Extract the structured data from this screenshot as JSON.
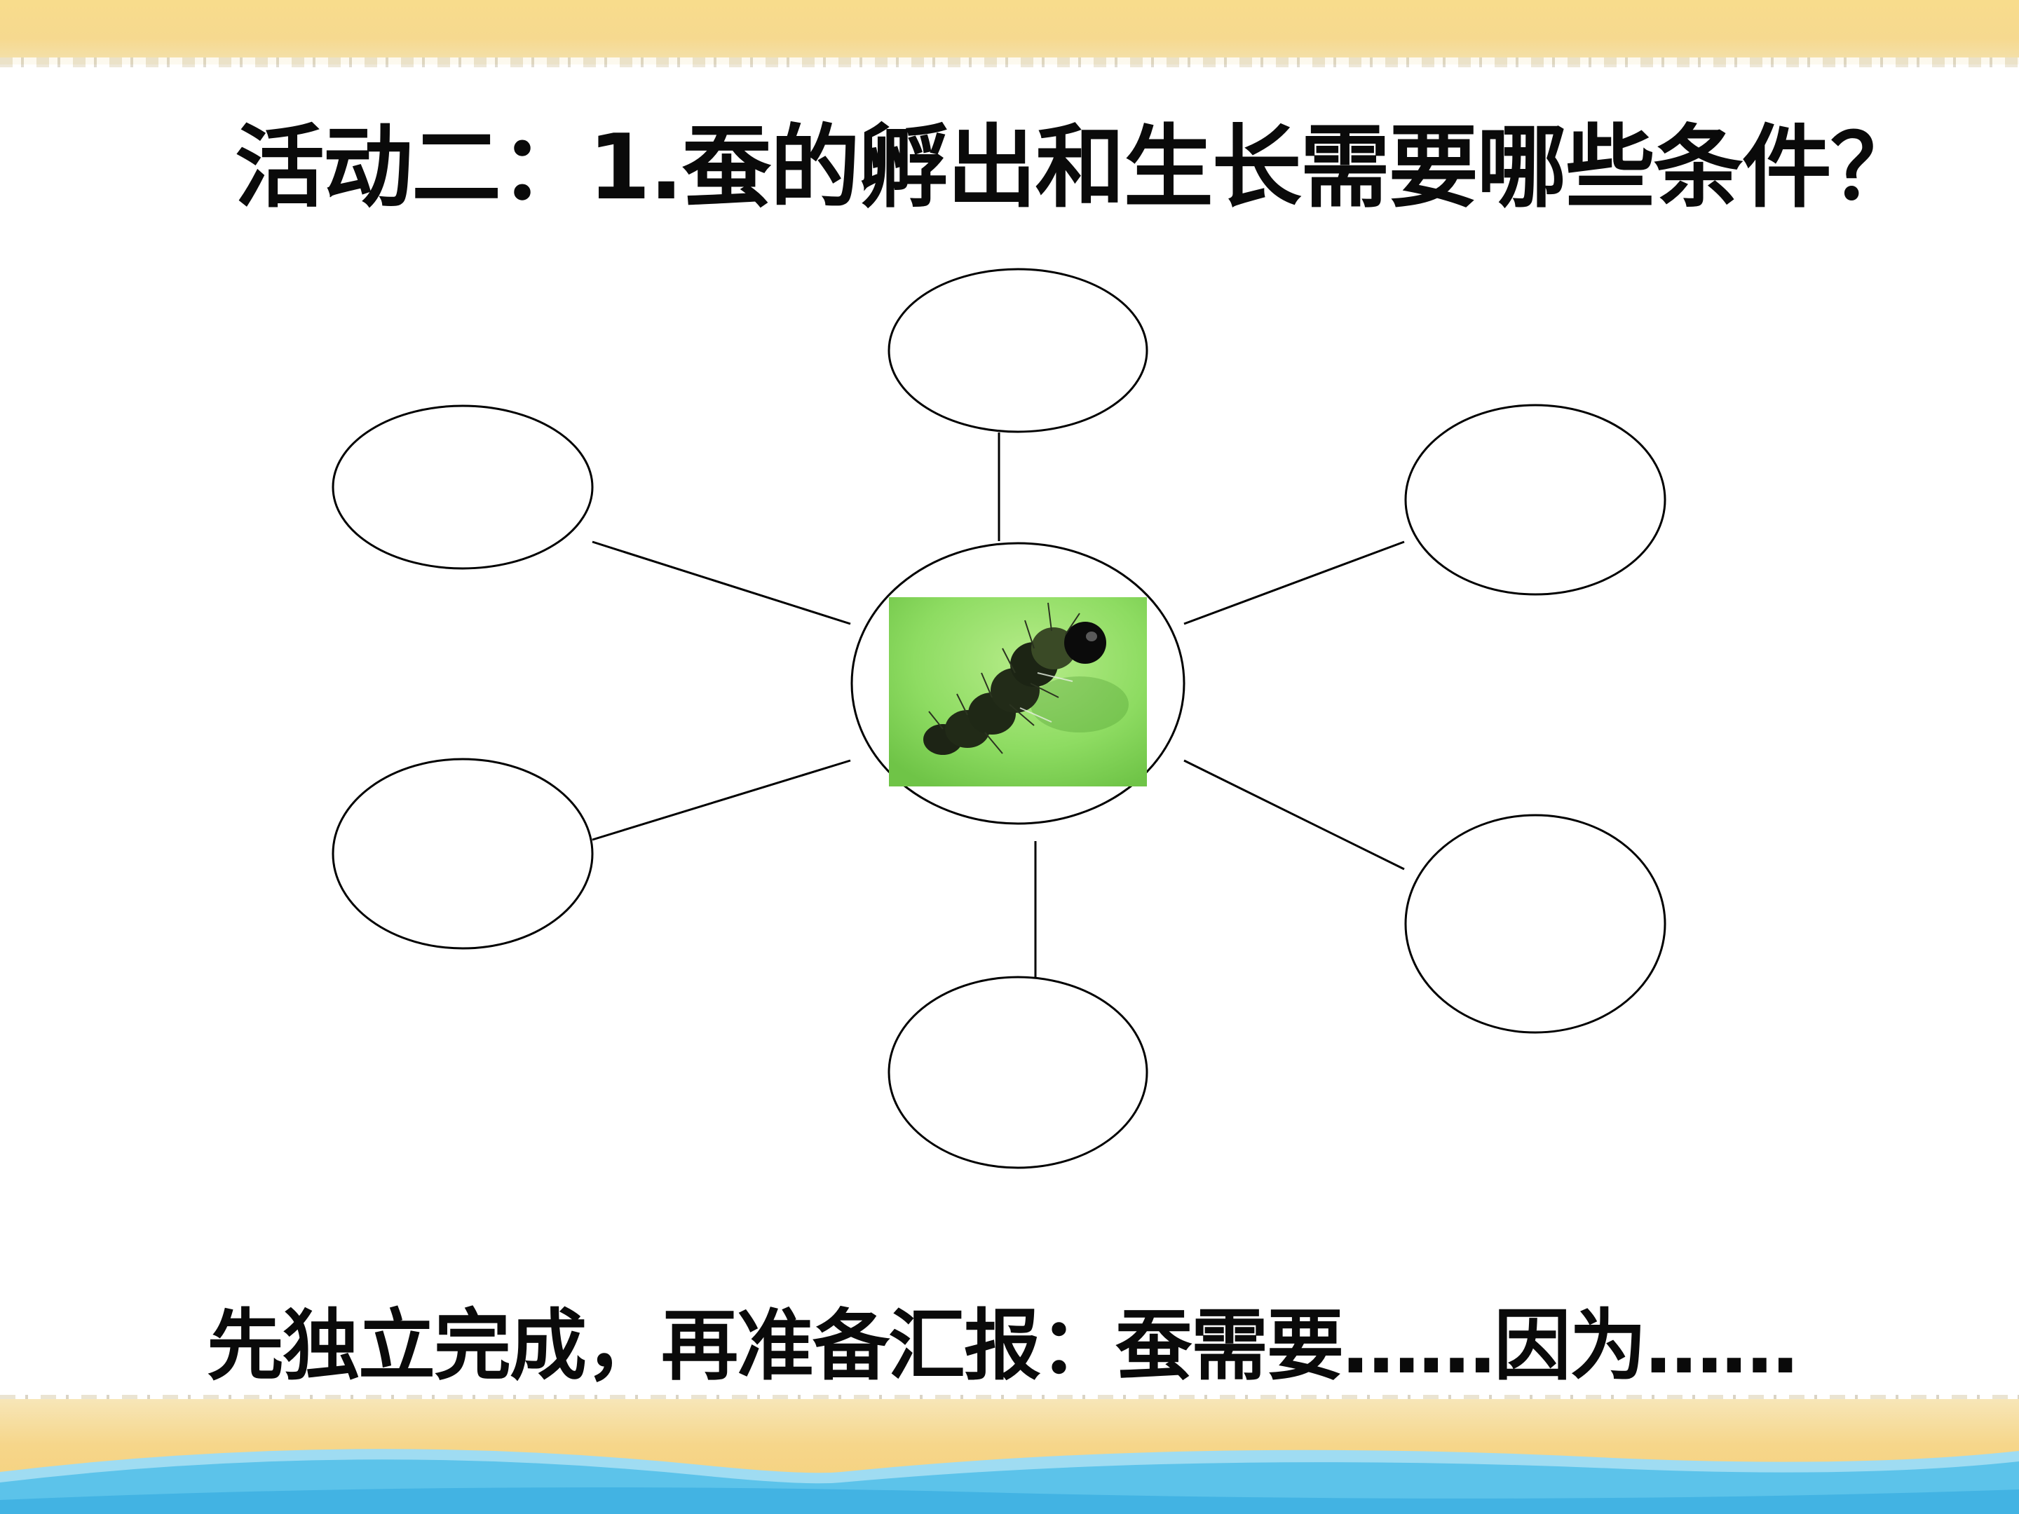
{
  "title": "活动二：1.蚕的孵出和生长需要哪些条件？",
  "footer": "先独立完成，再准备汇报：蚕需要……因为……",
  "diagram": {
    "center": {
      "image": "silkworm-larva-on-leaf"
    },
    "nodes": [
      {
        "label": ""
      },
      {
        "label": ""
      },
      {
        "label": ""
      },
      {
        "label": ""
      },
      {
        "label": ""
      },
      {
        "label": ""
      }
    ]
  },
  "colors": {
    "sand": "#f6d68a",
    "sea": "#5cc3ea",
    "leaf": "#8edc62",
    "stroke": "#000000"
  }
}
